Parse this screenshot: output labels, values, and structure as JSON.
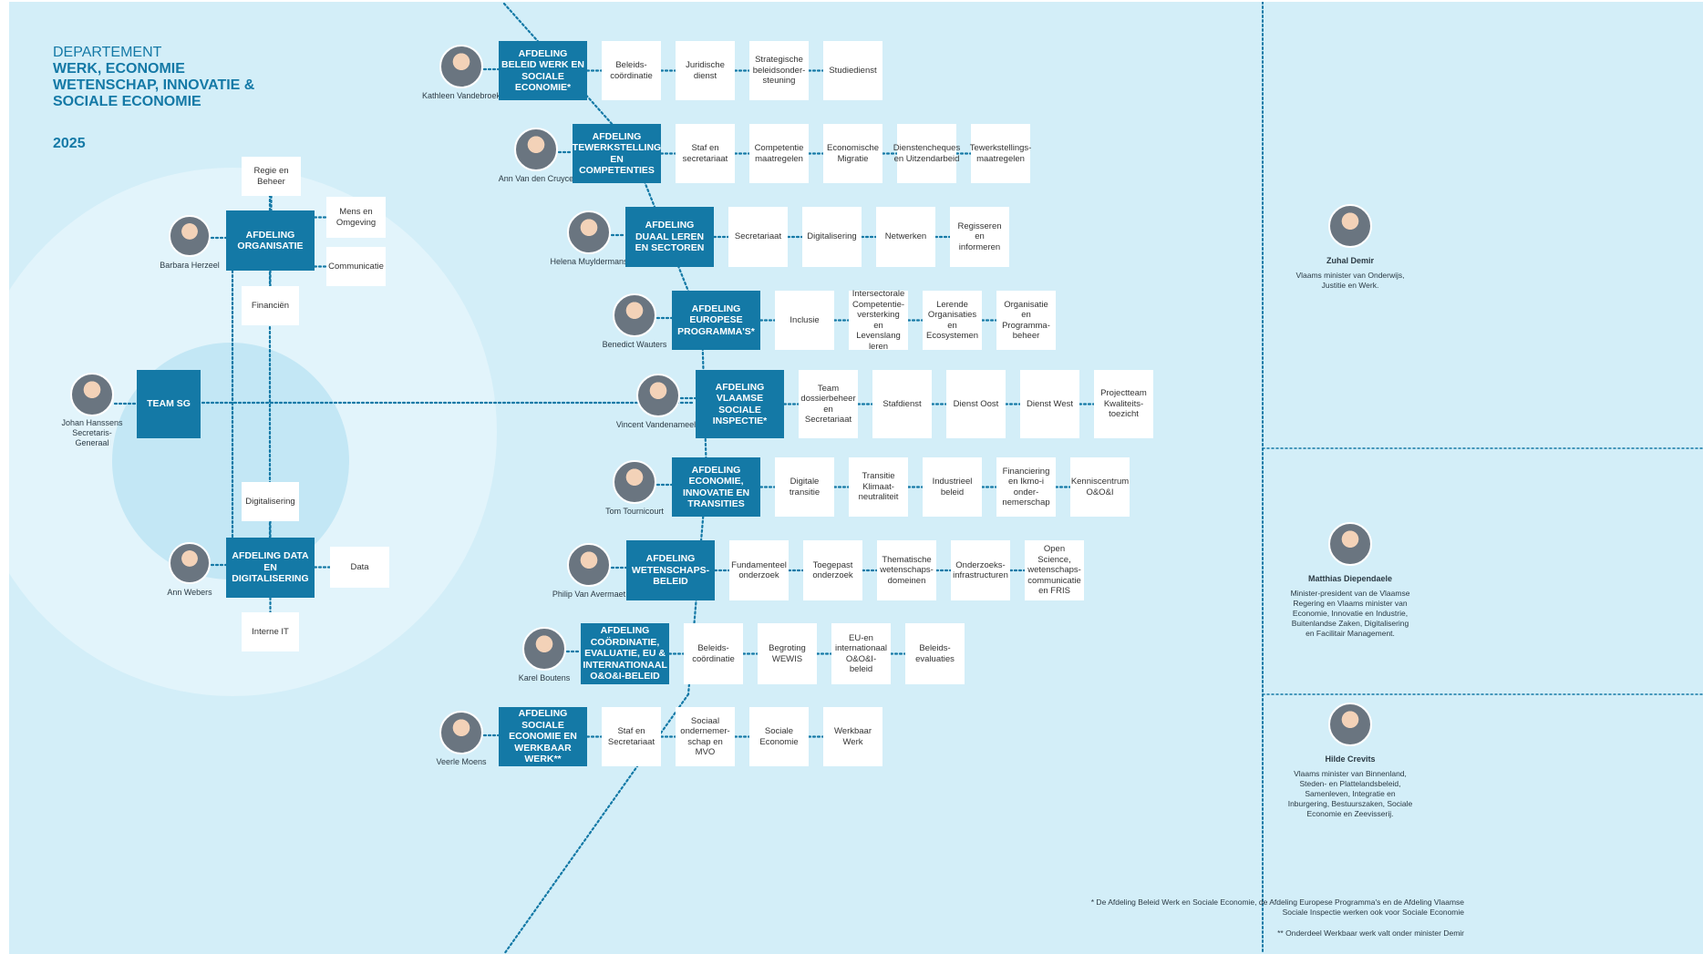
{
  "header": {
    "line1": "DEPARTEMENT",
    "line2": "WERK, ECONOMIE WETENSCHAP, INNOVATIE & SOCIALE ECONOMIE",
    "year": "2025"
  },
  "colors": {
    "background": "#d3eef8",
    "department_box": "#1479a6",
    "unit_box": "#ffffff",
    "connector": "#1479a6"
  },
  "team_sg": {
    "label": "TEAM SG",
    "person": "Johan Hanssens Secretaris-Generaal"
  },
  "left_departments": [
    {
      "label": "AFDELING ORGANISATIE",
      "person": "Barbara Herzeel",
      "units": [
        "Regie en Beheer",
        "Mens en Omgeving",
        "Communicatie",
        "Financiën"
      ]
    },
    {
      "label": "AFDELING DATA EN DIGITALISERING",
      "person": "Ann Webers",
      "units": [
        "Digitalisering",
        "Data",
        "Interne IT"
      ]
    }
  ],
  "departments": [
    {
      "label": "AFDELING BELEID WERK EN SOCIALE ECONOMIE*",
      "person": "Kathleen Vandebroek",
      "units": [
        "Beleids-coördinatie",
        "Juridische dienst",
        "Strategische beleidsonder-steuning",
        "Studiedienst"
      ]
    },
    {
      "label": "AFDELING TEWERKSTELLING EN COMPETENTIES",
      "person": "Ann Van den Cruyce",
      "units": [
        "Staf en secretariaat",
        "Competentie maatregelen",
        "Economische Migratie",
        "Dienstencheques en Uitzendarbeid",
        "Tewerkstellings-maatregelen"
      ]
    },
    {
      "label": "AFDELING DUAAL LEREN EN SECTOREN",
      "person": "Helena Muyldermans",
      "units": [
        "Secretariaat",
        "Digitalisering",
        "Netwerken",
        "Regisseren en informeren"
      ]
    },
    {
      "label": "AFDELING EUROPESE PROGRAMMA'S*",
      "person": "Benedict Wauters",
      "units": [
        "Inclusie",
        "Intersectorale Competentie-versterking en Levenslang leren",
        "Lerende Organisaties en Ecosystemen",
        "Organisatie en Programma-beheer"
      ]
    },
    {
      "label": "AFDELING VLAAMSE SOCIALE INSPECTIE*",
      "person": "Vincent Vandenameele",
      "units": [
        "Team dossierbeheer en Secretariaat",
        "Stafdienst",
        "Dienst Oost",
        "Dienst West",
        "Projectteam Kwaliteits-toezicht"
      ]
    },
    {
      "label": "AFDELING ECONOMIE, INNOVATIE EN TRANSITIES",
      "person": "Tom Tournicourt",
      "units": [
        "Digitale transitie",
        "Transitie Klimaat-neutraliteit",
        "Industrieel beleid",
        "Financiering en Ikmo-i onder-nemerschap",
        "Kenniscentrum O&O&I"
      ]
    },
    {
      "label": "AFDELING WETENSCHAPS-BELEID",
      "person": "Philip Van Avermaet",
      "units": [
        "Fundamenteel onderzoek",
        "Toegepast onderzoek",
        "Thematische wetenschaps-domeinen",
        "Onderzoeks-infrastructuren",
        "Open Science, wetenschaps-communicatie en FRIS"
      ]
    },
    {
      "label": "AFDELING COÖRDINATIE, EVALUATIE, EU & INTERNATIONAAL O&O&I-BELEID",
      "person": "Karel Boutens",
      "units": [
        "Beleids-coördinatie",
        "Begroting WEWIS",
        "EU-en internationaal O&O&I-beleid",
        "Beleids-evaluaties"
      ]
    },
    {
      "label": "AFDELING SOCIALE ECONOMIE EN WERKBAAR WERK**",
      "person": "Veerle Moens",
      "units": [
        "Staf en Secretariaat",
        "Sociaal ondernemer-schap en MVO",
        "Sociale Economie",
        "Werkbaar Werk"
      ]
    }
  ],
  "ministers": [
    {
      "name": "Zuhal Demir",
      "role": "Vlaams minister van Onderwijs, Justitie en Werk."
    },
    {
      "name": "Matthias Diependaele",
      "role": "Minister-president van de Vlaamse Regering en Vlaams minister van Economie, Innovatie en Industrie, Buitenlandse Zaken, Digitalisering en Facilitair Management."
    },
    {
      "name": "Hilde Crevits",
      "role": "Vlaams minister van Binnenland, Steden- en Plattelandsbeleid, Samenleven, Integratie en Inburgering, Bestuurszaken, Sociale Economie en Zeevisserij."
    }
  ],
  "footnotes": [
    "* De Afdeling Beleid Werk en Sociale Economie, de Afdeling Europese Programma's en de Afdeling Vlaamse Sociale Inspectie werken ook voor Sociale Economie",
    "** Onderdeel Werkbaar werk valt onder minister Demir"
  ]
}
